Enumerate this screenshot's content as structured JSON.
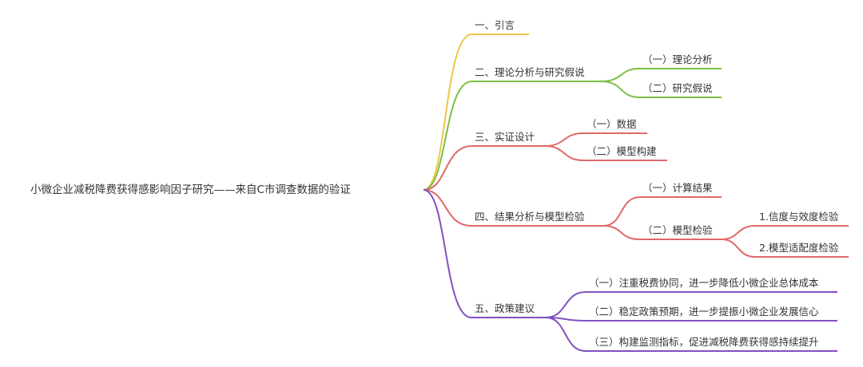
{
  "root": {
    "label": "小微企业减税降费获得感影响因子研究——来自C市调查数据的验证"
  },
  "branches": [
    {
      "label": "一、引言",
      "color": "#f0c445",
      "children": []
    },
    {
      "label": "二、理论分析与研究假说",
      "color": "#7bbf44",
      "children": [
        {
          "label": "（一）理论分析",
          "children": []
        },
        {
          "label": "（二）研究假说",
          "children": []
        }
      ]
    },
    {
      "label": "三、实证设计",
      "color": "#e06868",
      "children": [
        {
          "label": "（一）数据",
          "children": []
        },
        {
          "label": "（二）模型构建",
          "children": []
        }
      ]
    },
    {
      "label": "四、结果分析与模型检验",
      "color": "#e06868",
      "children": [
        {
          "label": "（一）计算结果",
          "children": []
        },
        {
          "label": "（二）模型检验",
          "children": [
            {
              "label": "1.信度与效度检验"
            },
            {
              "label": "2.模型适配度检验"
            }
          ]
        }
      ]
    },
    {
      "label": "五、政策建议",
      "color": "#8150c2",
      "children": [
        {
          "label": "（一）注重税费协同，进一步降低小微企业总体成本",
          "children": []
        },
        {
          "label": "（二）稳定政策预期，进一步提振小微企业发展信心",
          "children": []
        },
        {
          "label": "（三）构建监测指标，促进减税降费获得感持续提升",
          "children": []
        }
      ]
    }
  ]
}
